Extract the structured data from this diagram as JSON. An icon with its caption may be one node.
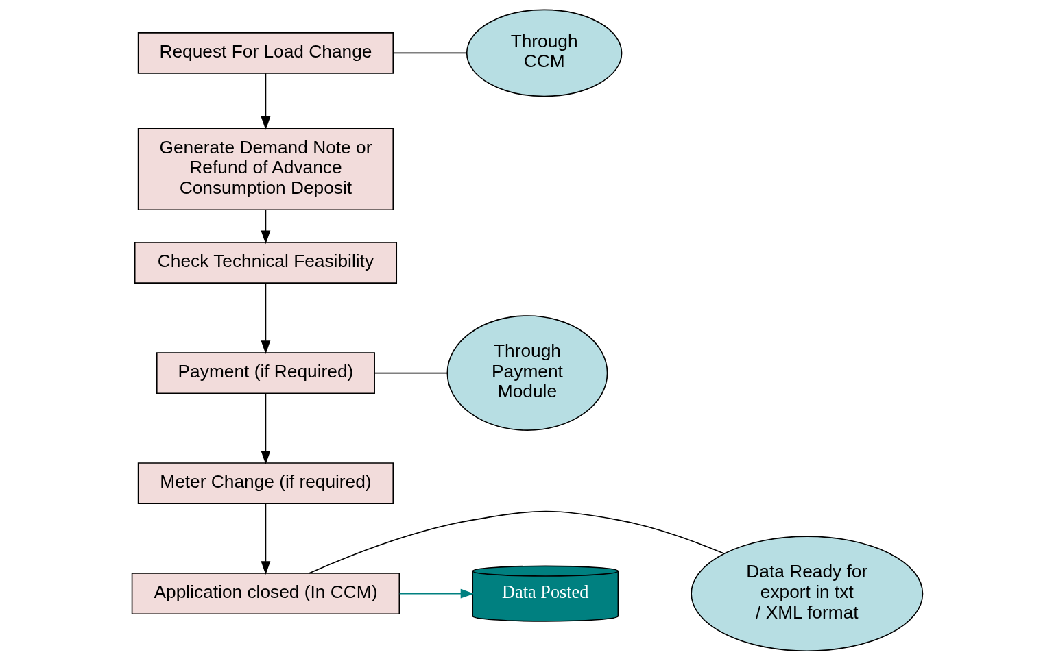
{
  "diagram": {
    "nodes": [
      {
        "text": [
          "Request For Load Change"
        ]
      },
      {
        "text": [
          "Generate Demand Note or Refund of Advance Consumption Deposit"
        ]
      },
      {
        "text": [
          "Check Technical Feasibility"
        ]
      },
      {
        "text": [
          "Payment (if Required)"
        ]
      },
      {
        "text": [
          "Meter Change (if required)"
        ]
      },
      {
        "text": [
          "Application closed (In CCM)"
        ]
      },
      {
        "text": [
          "Through CCM"
        ]
      },
      {
        "text": [
          "Through Payment Module"
        ]
      },
      {
        "text": [
          "Data Ready for export in txt / XML format"
        ]
      },
      {
        "text": [
          "Data Posted"
        ]
      }
    ],
    "edges": [
      {
        "from": 0,
        "to": 1,
        "arrow": "to"
      },
      {
        "from": 1,
        "to": 2,
        "arrow": "to"
      },
      {
        "from": 2,
        "to": 3,
        "arrow": "to"
      },
      {
        "from": 3,
        "to": 4,
        "arrow": "to"
      },
      {
        "from": 4,
        "to": 5,
        "arrow": "to"
      },
      {
        "from": 5,
        "to": 9,
        "arrow": "to",
        "color": "#008080"
      },
      {
        "from": 6,
        "to": 0,
        "arrow": "none"
      },
      {
        "from": 7,
        "to": 3,
        "arrow": "none"
      },
      {
        "from": 8,
        "to": 5,
        "arrow": "none"
      }
    ]
  }
}
